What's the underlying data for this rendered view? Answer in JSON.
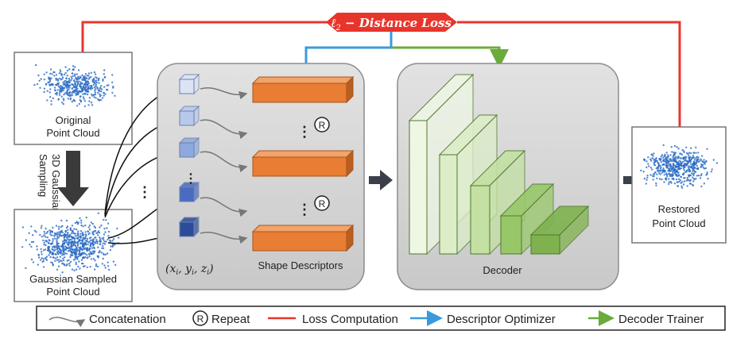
{
  "loss_banner": {
    "symbol": "ℓ",
    "subscript": "2",
    "text": " − Distance Loss",
    "color": "#e8352c"
  },
  "original_cloud": {
    "line1": "Original",
    "line2": "Point Cloud"
  },
  "sampling_step": {
    "line1": "3D Gaussian",
    "line2": "Sampling"
  },
  "gaussian_cloud": {
    "line1": "Gaussian Sampled",
    "line2": "Point Cloud"
  },
  "coords_label": "(xi, yi, zi)",
  "shape_descriptors_label": "Shape Descriptors",
  "repeat_marker": "R",
  "decoder_label": "Decoder",
  "restored_cloud": {
    "line1": "Restored",
    "line2": "Point Cloud"
  },
  "legend": {
    "concatenation": "Concatenation",
    "repeat_symbol": "R",
    "repeat": "Repeat",
    "loss_computation": "Loss Computation",
    "descriptor_optimizer": "Descriptor Optimizer",
    "decoder_trainer": "Decoder Trainer"
  },
  "colors": {
    "loss_red": "#e8352c",
    "optimizer_blue": "#3a9bdc",
    "trainer_green": "#6aab3c",
    "descriptor_orange": "#e87d33",
    "cube_blue": "#3c5dab",
    "point_blue": "#2b6cc4",
    "panel_gray": "#d7d7d7"
  }
}
